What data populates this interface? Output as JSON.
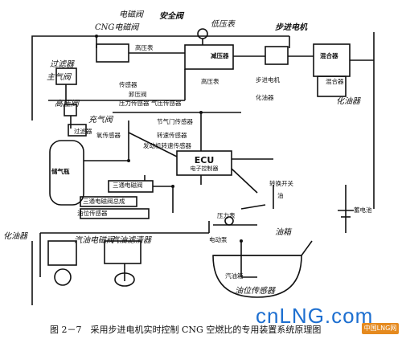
{
  "labels": {
    "cng_cutoff": "CNG电磁阀",
    "cng_cutoff_hand": "电磁阀",
    "safety_valve": "安全阀",
    "low_pressure_gauge": "低压表",
    "stepper_motor": "步进电机",
    "hp_gauge": "高压表",
    "filter": "过滤器",
    "main_valve": "主气阀",
    "sensor": "传感器",
    "pressure_reducer": "减压器",
    "mixer": "混合器",
    "carburetor": "化油器",
    "pressure_sensor": "压力传感器",
    "high_pressure_valve": "高压阀",
    "fill_valve": "充气阀",
    "cylinder": "储气瓶",
    "ecu": "ECU",
    "ecu_sub": "电子控制器",
    "exhaust_sensor": "氧传感器",
    "throttle_sensor": "节气门传感器",
    "speed_sensor": "转速传感器",
    "aux_label_1": "三通电磁阀",
    "aux_label_2": "三通电磁阀总成",
    "switch": "转换开关",
    "oil_label": "油",
    "fuel_pump": "电动泵",
    "fuel_pump_hand": "汽油电磁阀",
    "oil_filter": "汽油滤清器",
    "fuel_tank": "油箱",
    "fuel_level_sensor": "油位传感器",
    "carb_side": "化油器",
    "fuel_gauge_note": "汽油箱",
    "hand_safety": "卸压阀",
    "hand_reducer": "高压表",
    "hand_stepper": "步进电机",
    "hand_mixer": "混合器",
    "hand_carb": "化油器",
    "hand_filter": "过滤器",
    "hand_vent": "气压传感器",
    "hand_speed": "发动机转速传感器",
    "hand_pressure_mark": "压力表",
    "hand_bottom_sensor": "油位传感器",
    "battery_note": "蓄电池"
  },
  "caption": "图 2－7　采用步进电机实时控制 CNG 空燃比的专用装置系统原理图",
  "watermark": "cnLNG.com",
  "watermark_badge": "中国LNG网"
}
